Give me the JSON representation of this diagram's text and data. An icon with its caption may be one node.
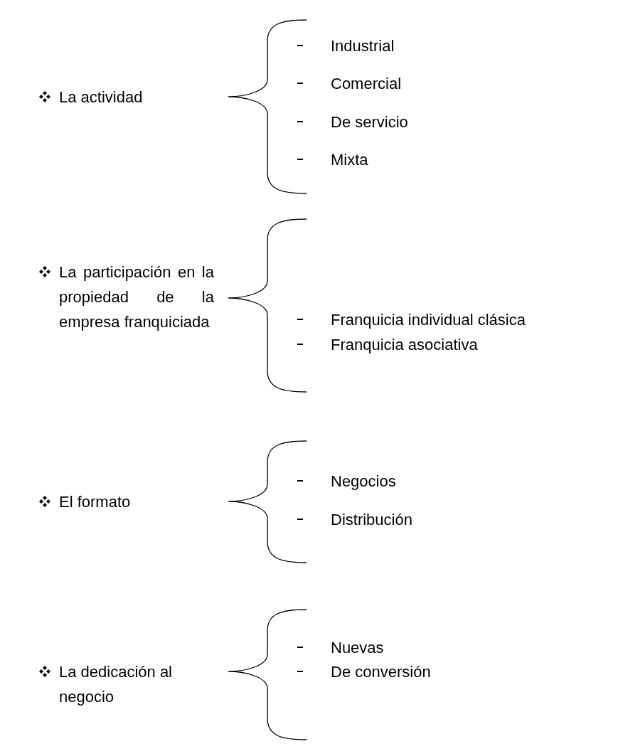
{
  "diagram": {
    "labels": [
      "La actividad",
      "Industrial",
      "Comercial",
      "De servicio",
      "Mixta",
      "La participación en la propiedad de la empresa franquiciada",
      "Franquicia individual clásica",
      "Franquicia asociativa",
      "El formato",
      "Negocios",
      "Distribución",
      "La dedicación al negocio",
      "Nuevas",
      "De conversión"
    ]
  }
}
